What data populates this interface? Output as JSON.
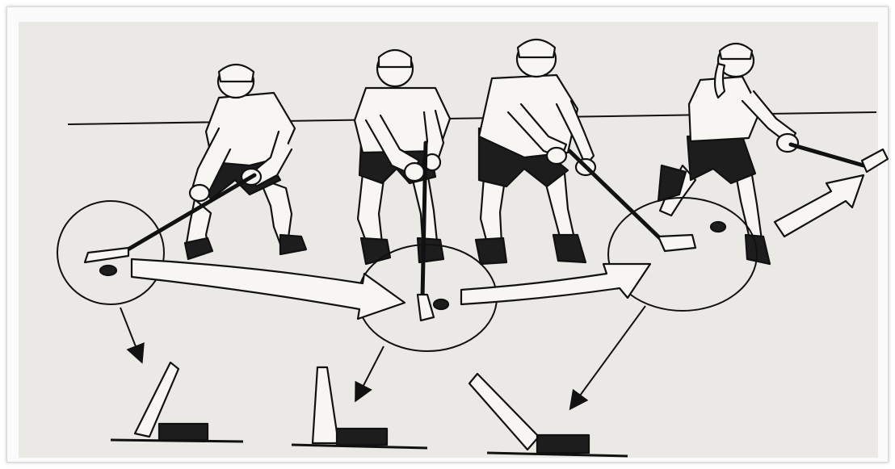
{
  "figure": {
    "colors": {
      "paper": "#ebe9e6",
      "ink": "#111111",
      "jersey": "#f7f6f3",
      "pants": "#1d1d1d"
    },
    "players": [
      {
        "pose": "stickhandling-wide-left"
      },
      {
        "pose": "puck-at-center"
      },
      {
        "pose": "stickhandling-wide-right"
      },
      {
        "pose": "skating-away"
      }
    ],
    "detail_circles": 3,
    "stick_blade_diagrams": 3,
    "direction_arrows": 3
  }
}
